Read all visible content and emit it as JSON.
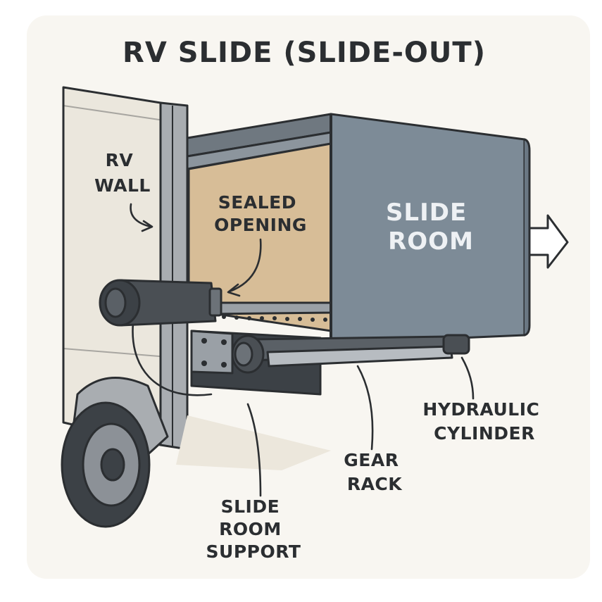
{
  "title": "RV SLIDE (SLIDE-OUT)",
  "labels": {
    "rv_wall": [
      "RV",
      "WALL"
    ],
    "sealed_opening": [
      "SEALED",
      "OPENING"
    ],
    "slide_room": [
      "SLIDE",
      "ROOM"
    ],
    "hydraulic_cylinder": [
      "HYDRAULIC",
      "CYLINDER"
    ],
    "gear_rack": [
      "GEAR",
      "RACK"
    ],
    "slide_room_support": [
      "SLIDE",
      "ROOM",
      "SUPPORT"
    ]
  },
  "colors": {
    "background": "#f8f6f1",
    "outline": "#2b2e31",
    "slide_room": "#7d8b97",
    "opening": "#d7bd97",
    "wall": "#ebe7dd",
    "metal": "#4a4f54"
  },
  "icons": [
    "arrow-right-icon",
    "motor-icon",
    "wheel-icon"
  ]
}
